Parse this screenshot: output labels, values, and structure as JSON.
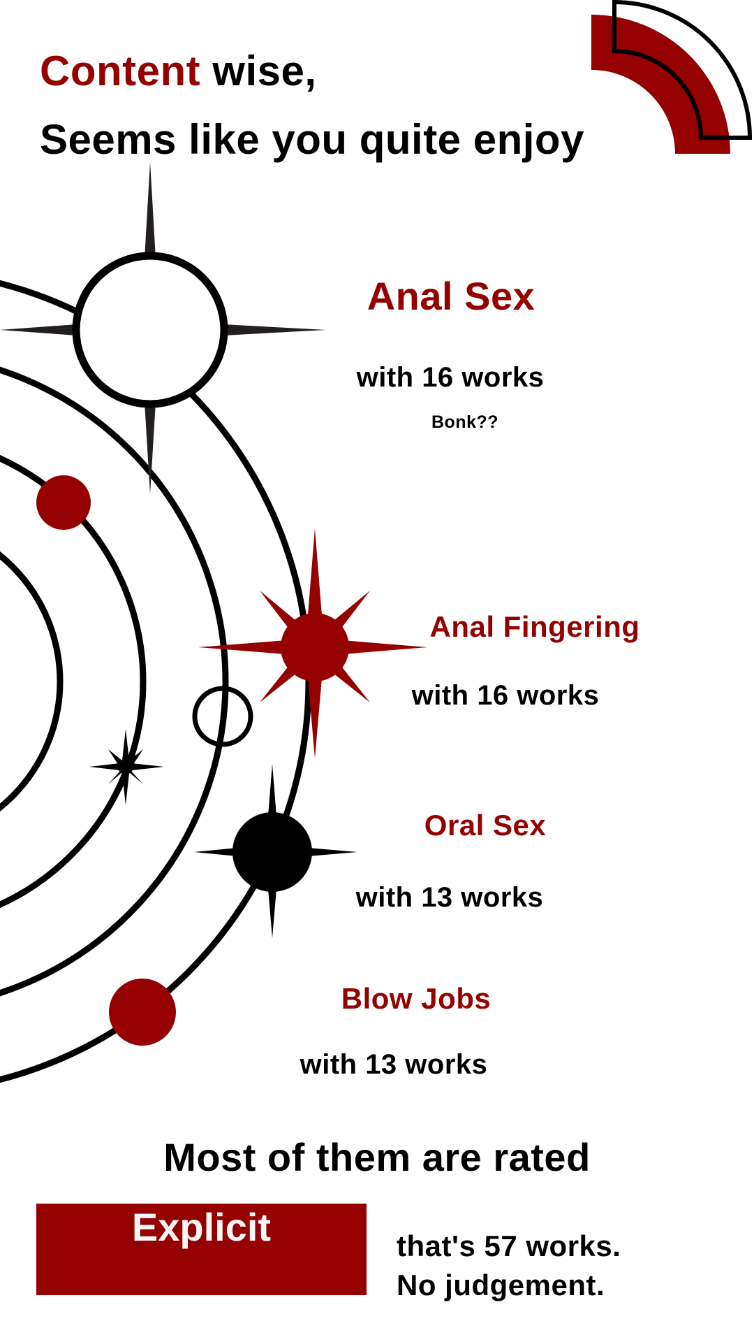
{
  "header": {
    "highlight": "Content",
    "line1_rest": " wise,",
    "line2": "Seems like you quite enjoy"
  },
  "tags": [
    {
      "name": "Anal Sex",
      "count_text": "with 16 works",
      "note": "Bonk??"
    },
    {
      "name": "Anal Fingering",
      "count_text": "with 16 works"
    },
    {
      "name": "Oral Sex",
      "count_text": "with 13 works"
    },
    {
      "name": "Blow Jobs",
      "count_text": "with 13 works"
    }
  ],
  "rating": {
    "intro": "Most of them are rated",
    "value": "Explicit",
    "count_text": "that's 57 works.",
    "comment": "No judgement."
  },
  "colors": {
    "accent": "#950000",
    "ink": "#000000",
    "background": "#ffffff"
  }
}
